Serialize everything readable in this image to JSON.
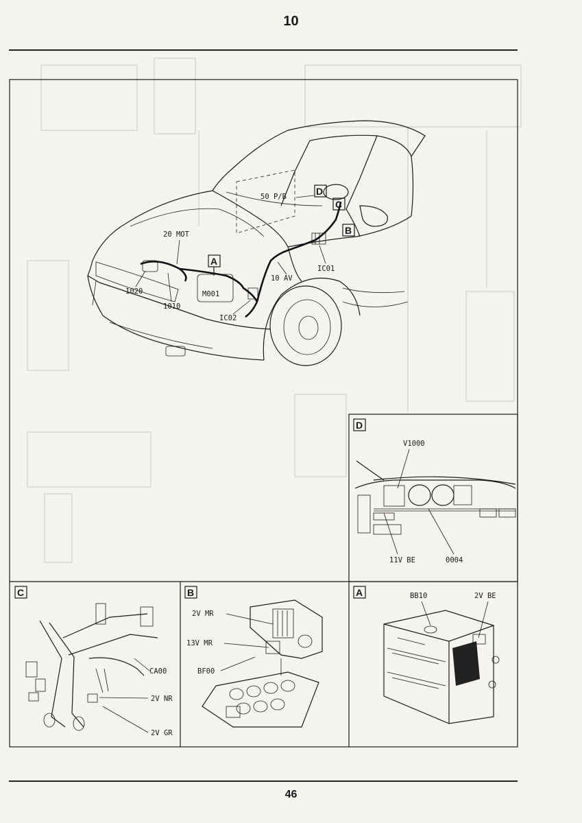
{
  "header": {
    "title": "10"
  },
  "footer": {
    "page_number": "46"
  },
  "main_view": {
    "zone_letters": [
      "A",
      "B",
      "C",
      "D"
    ],
    "labels": {
      "p50": "50 P/B",
      "mot20": "20 MOT",
      "c1020": "1020",
      "c1010": "1010",
      "m001": "M001",
      "ic02": "IC02",
      "av10": "10 AV",
      "ic01": "IC01"
    }
  },
  "detail_d": {
    "letter": "D",
    "labels": [
      "V1000",
      "11V BE",
      "0004"
    ]
  },
  "detail_c": {
    "letter": "C",
    "labels": [
      "CA00",
      "2V NR",
      "2V GR"
    ]
  },
  "detail_b": {
    "letter": "B",
    "labels": [
      "2V MR",
      "13V MR",
      "BF00"
    ]
  },
  "detail_a": {
    "letter": "A",
    "labels": [
      "BB10",
      "2V BE"
    ]
  }
}
